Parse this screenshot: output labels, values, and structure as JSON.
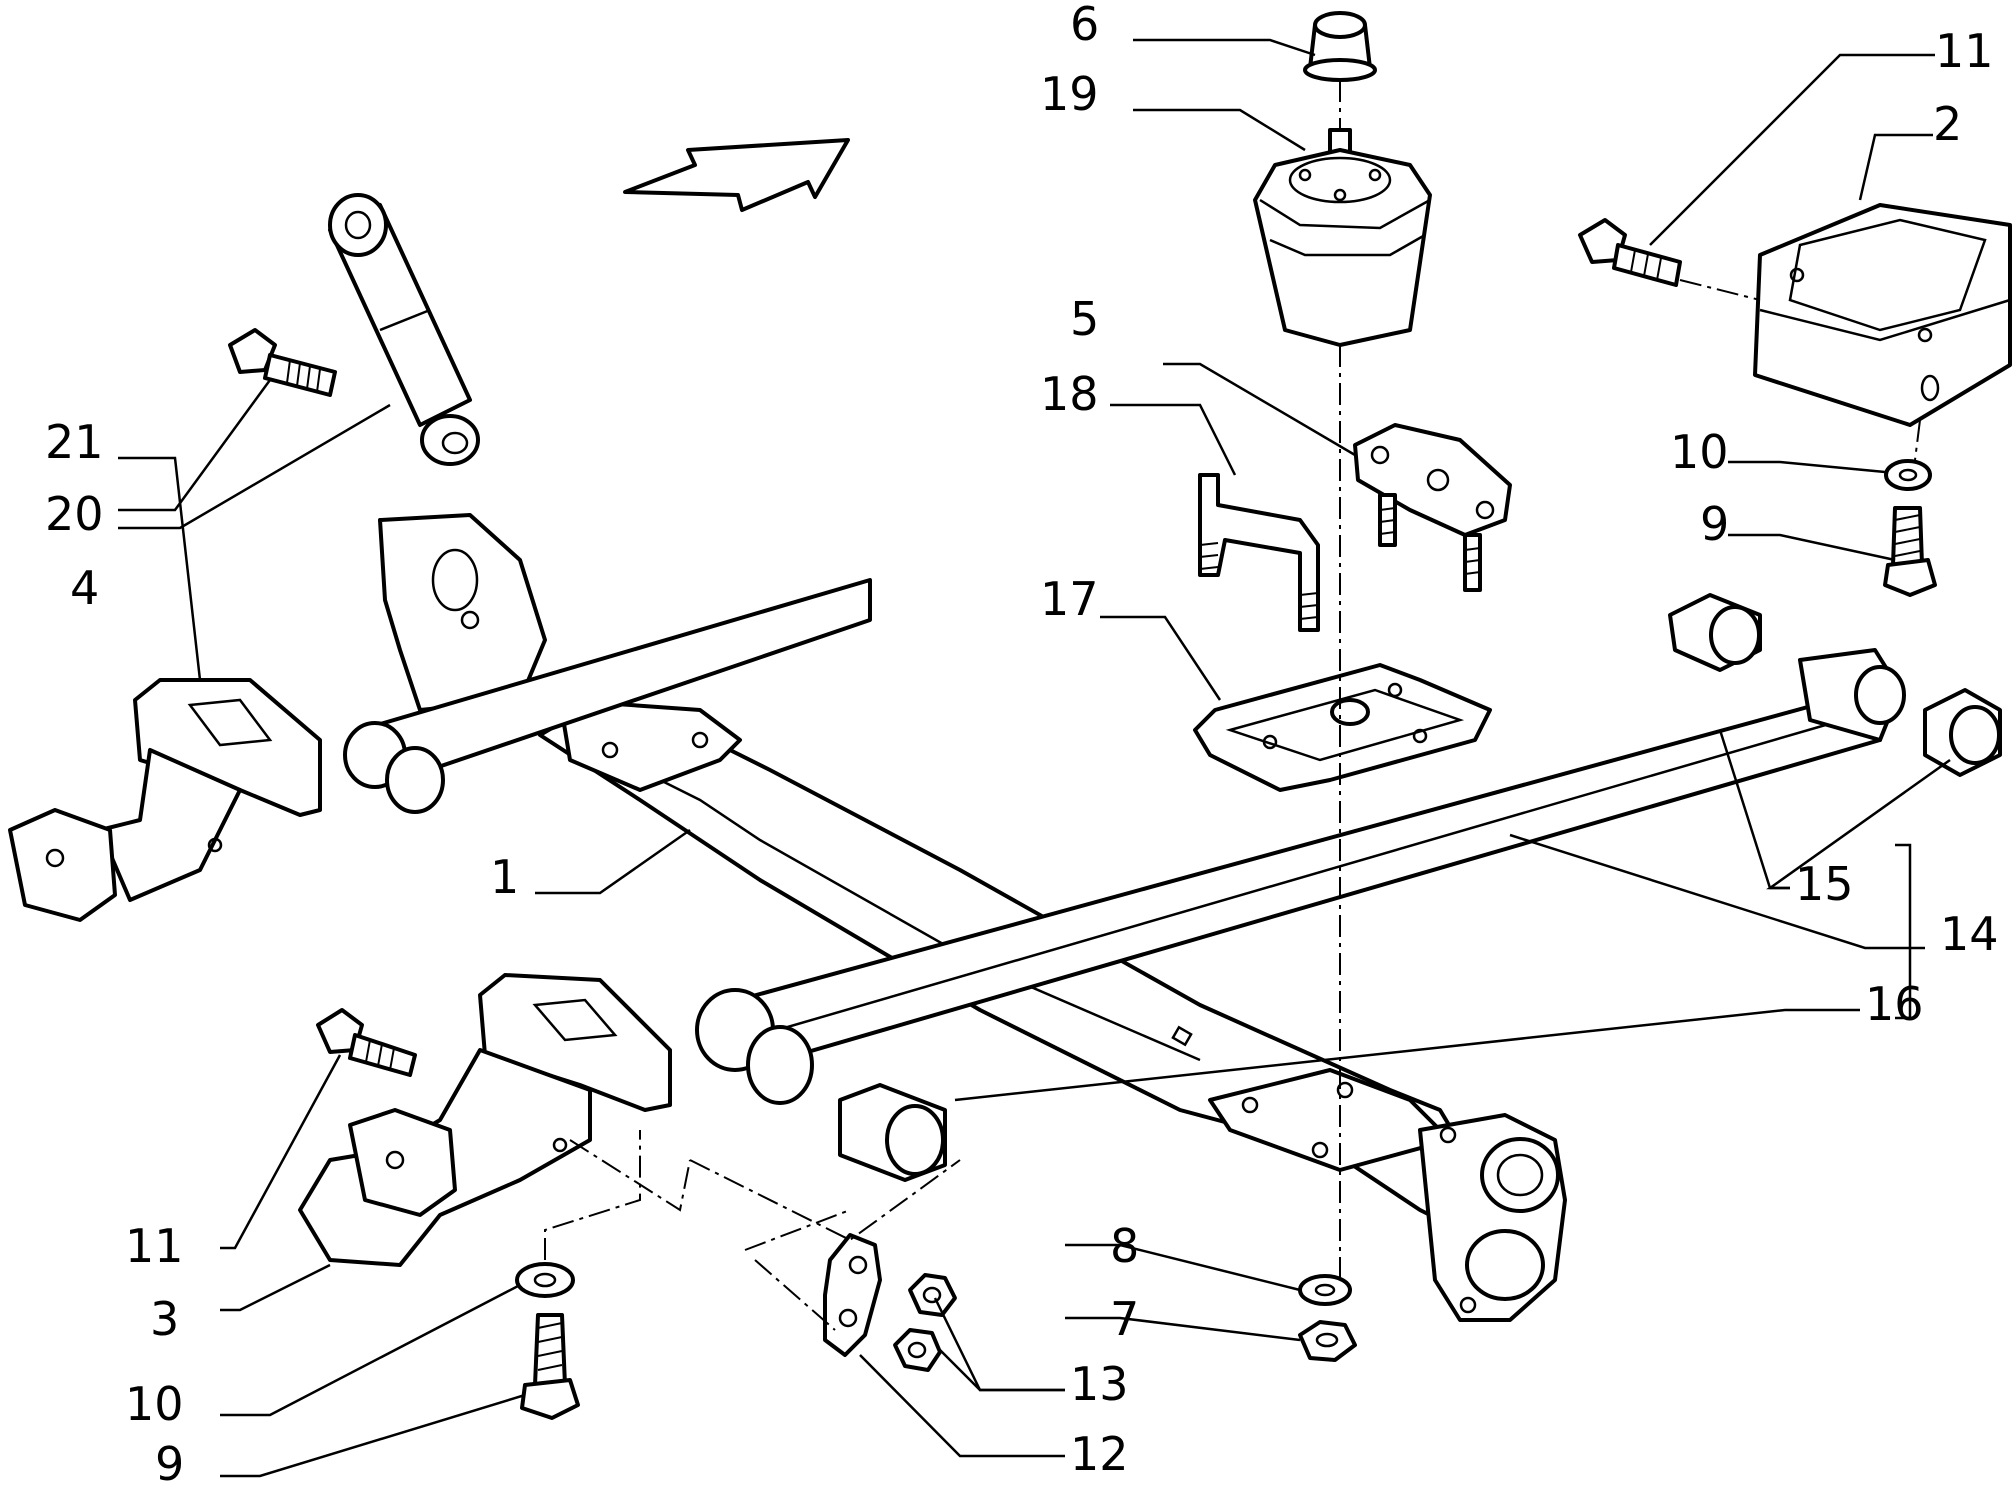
{
  "labels": {
    "l1": "1",
    "l2": "2",
    "l3": "3",
    "l4": "4",
    "l5": "5",
    "l6": "6",
    "l7": "7",
    "l8": "8",
    "l9a": "9",
    "l9b": "9",
    "l10a": "10",
    "l10b": "10",
    "l11a": "11",
    "l11b": "11",
    "l12": "12",
    "l13": "13",
    "l14": "14",
    "l15": "15",
    "l16": "16",
    "l17": "17",
    "l18": "18",
    "l19": "19",
    "l20": "20",
    "l21": "21"
  }
}
